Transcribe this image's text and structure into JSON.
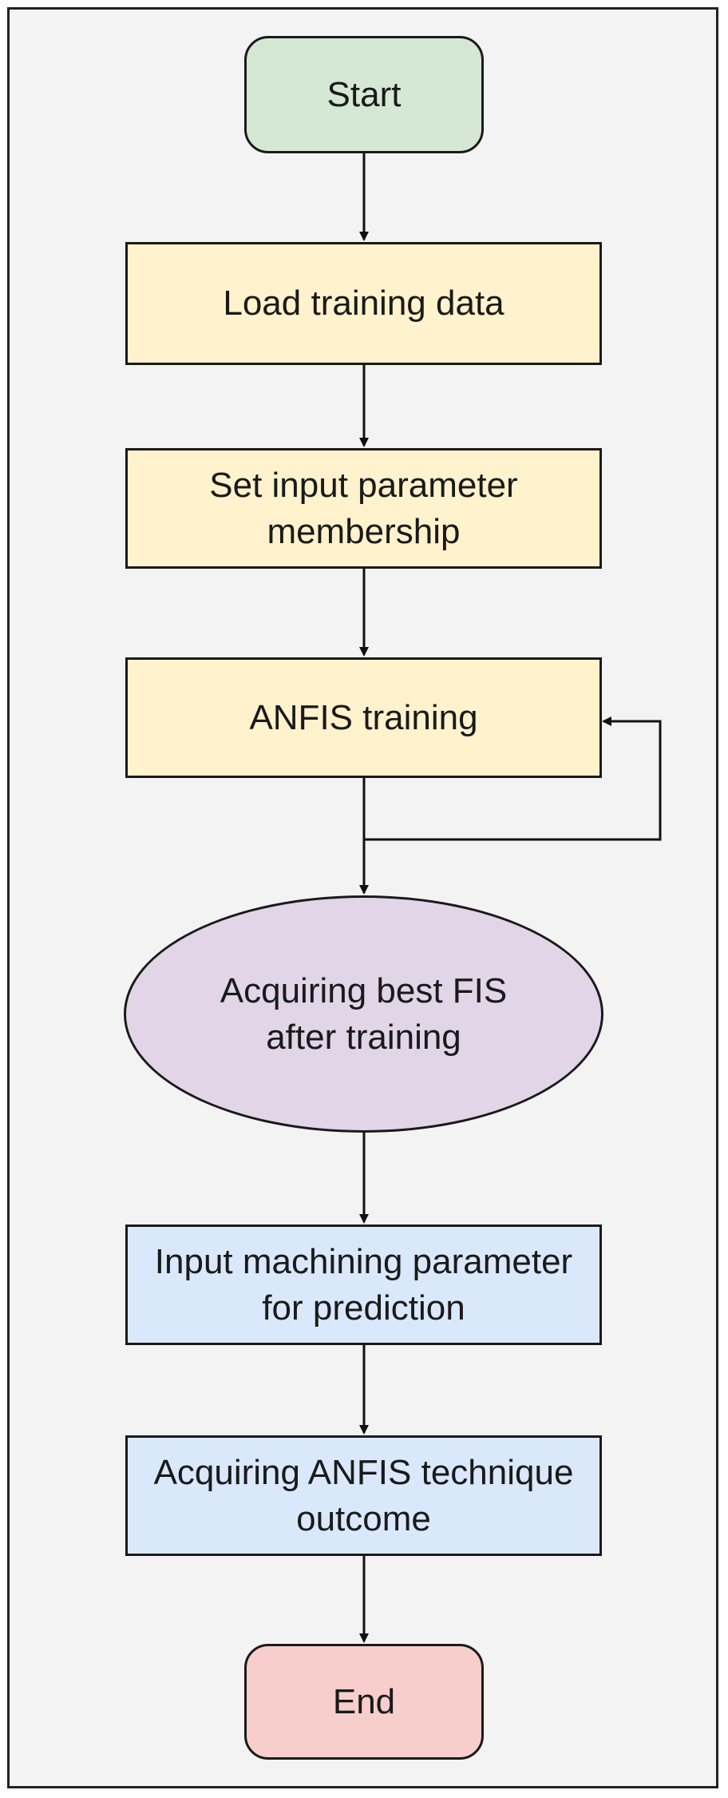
{
  "diagram": {
    "colors": {
      "start": "#d5e8d4",
      "process": "#fff2cc",
      "decision": "#e1d5e7",
      "io": "#dae8fc",
      "end": "#f8cecc",
      "border": "#1a1a1a",
      "background": "#f3f3f3"
    },
    "nodes": [
      {
        "id": "start",
        "shape": "rounded-rectangle",
        "label": "Start"
      },
      {
        "id": "load",
        "shape": "rectangle",
        "label": "Load training data"
      },
      {
        "id": "membership",
        "shape": "rectangle",
        "label": "Set input parameter\nmembership"
      },
      {
        "id": "training",
        "shape": "rectangle",
        "label": "ANFIS training"
      },
      {
        "id": "best_fis",
        "shape": "ellipse",
        "label": "Acquiring best FIS\nafter training"
      },
      {
        "id": "input_params",
        "shape": "rectangle",
        "label": "Input machining parameter\nfor prediction"
      },
      {
        "id": "outcome",
        "shape": "rectangle",
        "label": "Acquiring ANFIS technique\noutcome"
      },
      {
        "id": "end",
        "shape": "rounded-rectangle",
        "label": "End"
      }
    ],
    "edges": [
      {
        "from": "start",
        "to": "load"
      },
      {
        "from": "load",
        "to": "membership"
      },
      {
        "from": "membership",
        "to": "training"
      },
      {
        "from": "training",
        "to": "training",
        "type": "loop"
      },
      {
        "from": "training",
        "to": "best_fis"
      },
      {
        "from": "best_fis",
        "to": "input_params"
      },
      {
        "from": "input_params",
        "to": "outcome"
      },
      {
        "from": "outcome",
        "to": "end"
      }
    ]
  }
}
